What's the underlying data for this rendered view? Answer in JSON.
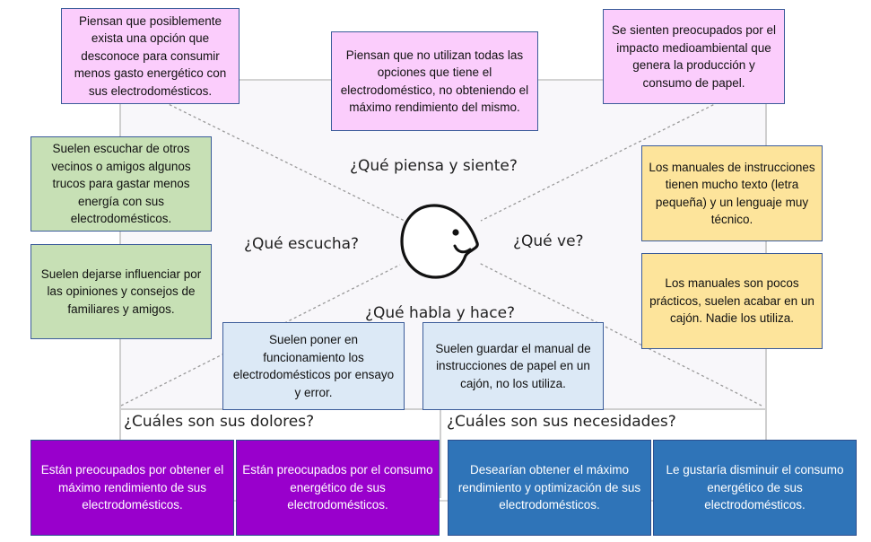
{
  "diagram": {
    "type": "empathy-map",
    "colors": {
      "thinks_feels": "#fbcdfc",
      "hears": "#c7e0b5",
      "sees": "#fde49b",
      "says_does": "#dce9f6",
      "pains": "#9900cc",
      "needs": "#2f74b8",
      "note_border": "#3b5c9a"
    },
    "center_icon": "face-profile-icon",
    "quadrant_labels": {
      "thinks_feels": "¿Qué piensa y siente?",
      "hears": "¿Qué escucha?",
      "sees": "¿Qué ve?",
      "says_does": "¿Qué habla y hace?",
      "pains": "¿Cuáles son sus dolores?",
      "needs": "¿Cuáles son sus necesidades?"
    },
    "thinks_feels_notes": [
      "Piensan que posiblemente exista una opción que desconoce para consumir menos gasto energético con sus electrodomésticos.",
      "Piensan que no utilizan todas las opciones que tiene el electrodoméstico, no obteniendo el máximo rendimiento del mismo.",
      "Se sienten preocupados por el impacto medioambiental que genera la producción y consumo de papel."
    ],
    "hears_notes": [
      "Suelen escuchar de otros vecinos o amigos algunos trucos para gastar menos energía con sus electrodomésticos.",
      "Suelen dejarse influenciar por las opiniones y consejos de familiares y amigos."
    ],
    "sees_notes": [
      "Los manuales de instrucciones tienen mucho texto (letra pequeña) y un lenguaje muy técnico.",
      "Los manuales son pocos prácticos, suelen acabar en un cajón. Nadie los utiliza."
    ],
    "says_does_notes": [
      "Suelen poner en funcionamiento los electrodomésticos por ensayo y error.",
      "Suelen guardar el manual de instrucciones de papel en un cajón, no los utiliza."
    ],
    "pains_notes": [
      "Están preocupados por obtener el máximo rendimiento de sus electrodomésticos.",
      "Están preocupados por el consumo energético de sus electrodomésticos."
    ],
    "needs_notes": [
      "Desearían obtener el máximo rendimiento y optimización de sus electrodomésticos.",
      "Le gustaría disminuir el consumo energético de sus electrodomésticos."
    ]
  }
}
